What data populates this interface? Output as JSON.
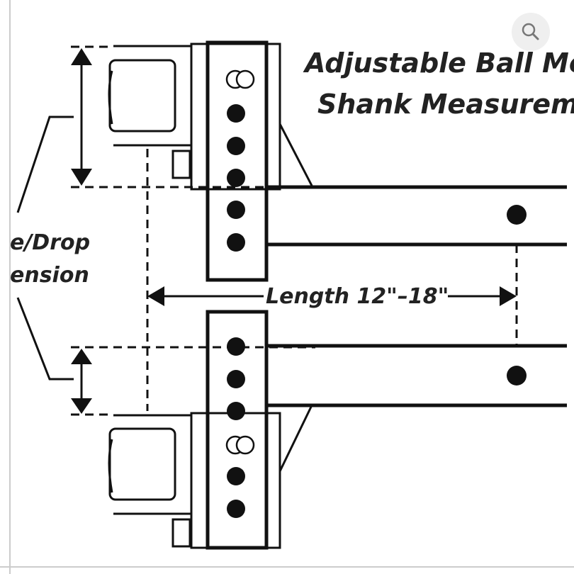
{
  "diagram": {
    "title_line1": "Adjustable Ball Mo",
    "title_line2": "Shank Measurem",
    "side_line1": "e/Drop",
    "side_line2": "ension",
    "length_label": "Length 12\"–18\""
  },
  "ui": {
    "zoom_icon": "magnifier-icon"
  },
  "colors": {
    "ink": "#111111",
    "paper": "#ffffff",
    "frame": "#cccccc",
    "zoom_bg": "#efefef"
  }
}
